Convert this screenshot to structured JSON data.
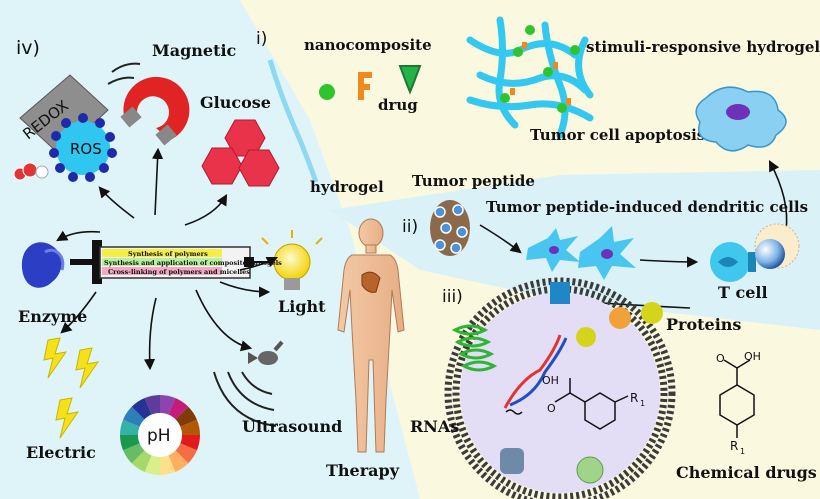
{
  "panels": {
    "p1": "i)",
    "p2": "ii)",
    "p3": "iii)",
    "p4": "iv)"
  },
  "labels": {
    "nanocomposite": "nanocomposite",
    "drug": "drug",
    "stimuli": "stimuli-responsive hydrogel",
    "apoptosis": "Tumor cell apoptosis",
    "hydrogel": "hydrogel",
    "tumor_peptide": "Tumor peptide",
    "dendritic": "Tumor peptide-induced dendritic cells",
    "tcell": "T cell",
    "proteins": "Proteins",
    "rnas": "RNAs",
    "chemical_drugs": "Chemical drugs",
    "therapy": "Therapy",
    "magnetic": "Magnetic",
    "glucose": "Glucose",
    "light": "Light",
    "enzyme": "Enzyme",
    "electric": "Electric",
    "ultrasound": "Ultrasound",
    "ph": "pH",
    "redox": "REDOX",
    "ros": "ROS",
    "r1_left": "R",
    "r1_sub": "1",
    "oh": "OH",
    "o": "O"
  },
  "syringe": {
    "line1": "Synthesis of polymers",
    "line2": "Synthesis and application of composite nanogels",
    "line3": "Cross-linking of polymers and micelles"
  },
  "colors": {
    "panel_iv_bg": "#dff4f8",
    "panel_i_bg": "#fbf8e0",
    "panel_ii_bg": "#d9f1f7",
    "panel_iii_bg": "#fbf8e0",
    "hydrogel": "#33c8f0",
    "vesicle_inner": "#e3def5"
  }
}
